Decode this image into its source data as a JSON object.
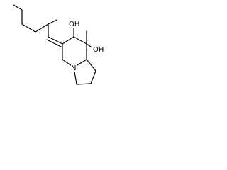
{
  "molecule": {
    "labels": {
      "hydroxyl_top": "OH",
      "hydroxyl_right": "OH",
      "nitrogen": "N"
    },
    "colors": {
      "bond": "#000000",
      "background": "#ffffff",
      "text": "#000000"
    }
  }
}
